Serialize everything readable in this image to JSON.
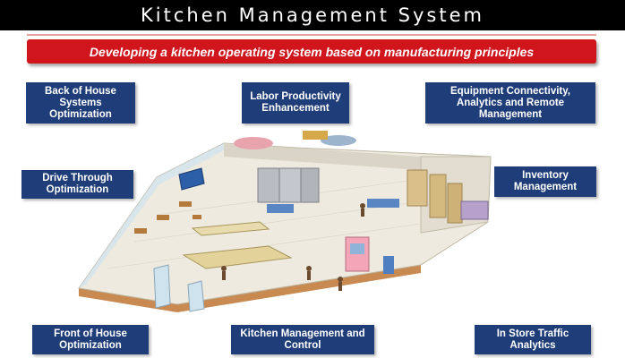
{
  "title": "Kitchen Management System",
  "subtitle": "Developing a kitchen operating system based on manufacturing principles",
  "labels": {
    "back_of_house": "Back of House Systems Optimization",
    "labor": "Labor Productivity Enhancement",
    "equipment": "Equipment Connectivity, Analytics and Remote Management",
    "drive_through": "Drive Through Optimization",
    "inventory": "Inventory Management",
    "front_of_house": "Front of House Optimization",
    "kitchen_mgmt": "Kitchen Management and Control",
    "traffic": "In Store Traffic Analytics"
  },
  "colors": {
    "title_bg": "#000000",
    "banner": "#d0151c",
    "label_box": "#1f3d78"
  }
}
